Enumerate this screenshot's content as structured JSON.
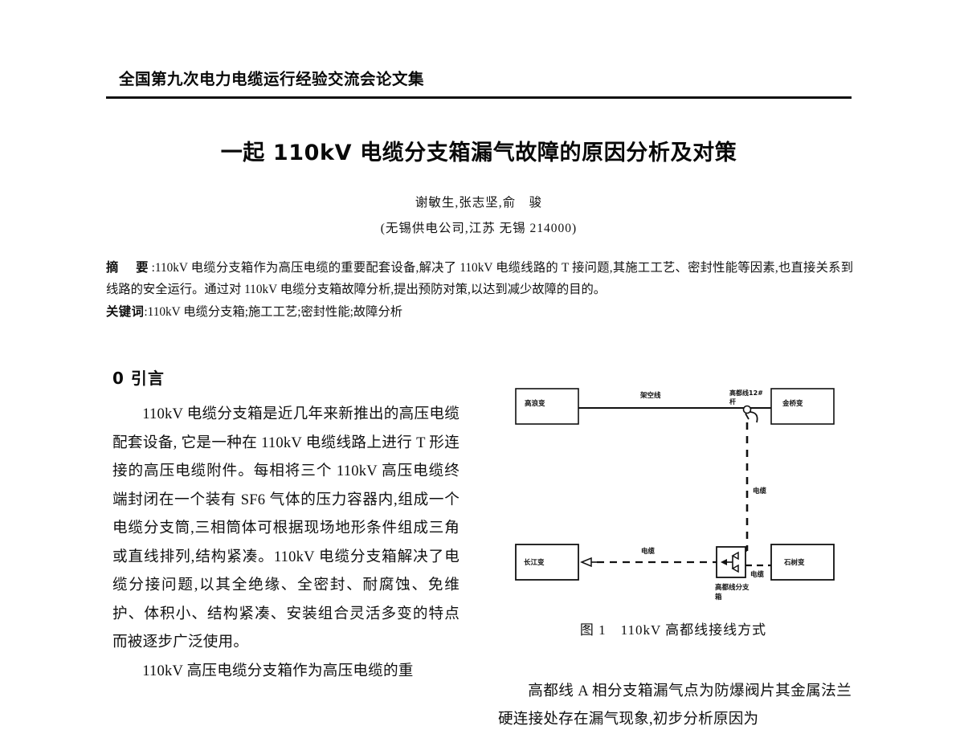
{
  "header": {
    "running_head": "全国第九次电力电缆运行经验交流会论文集"
  },
  "title": {
    "main": "一起 110kV 电缆分支箱漏气故障的原因分析及对策",
    "authors": "谢敏生,张志坚,俞　骏",
    "affiliation": "(无锡供电公司,江苏 无锡 214000)"
  },
  "abstract": {
    "label": "摘　要",
    "separator": ":",
    "text": "110kV 电缆分支箱作为高压电缆的重要配套设备,解决了 110kV 电缆线路的 T 接问题,其施工工艺、密封性能等因素,也直接关系到线路的安全运行。通过对 110kV 电缆分支箱故障分析,提出预防对策,以达到减少故障的目的。",
    "keywords_label": "关键词",
    "keywords_separator": ":",
    "keywords": "110kV 电缆分支箱;施工工艺;密封性能;故障分析"
  },
  "sections": {
    "intro_heading": "0 引言",
    "intro_par1": "110kV 电缆分支箱是近几年来新推出的高压电缆配套设备, 它是一种在 110kV 电缆线路上进行 T 形连接的高压电缆附件。每相将三个 110kV 高压电缆终端封闭在一个装有 SF6 气体的压力容器内,组成一个电缆分支筒,三相筒体可根据现场地形条件组成三角或直线排列,结构紧凑。110kV 电缆分支箱解决了电缆分接问题,以其全绝缘、全密封、耐腐蚀、免维护、体积小、结构紧凑、安装组合灵活多变的特点而被逐步广泛使用。",
    "intro_par2": "110kV 高压电缆分支箱作为高压电缆的重",
    "right_par1": "高都线 A 相分支箱漏气点为防爆阀片其金属法兰硬连接处存在漏气现象,初步分析原因为"
  },
  "figure": {
    "caption_number": "图 1",
    "caption_text": "110kV 高都线接线方式",
    "nodes": {
      "gaolang": "高浪变",
      "jinqiao": "金桥变",
      "changjiang": "长江变",
      "shishu": "石树变",
      "branch_box_line1": "高都线分支",
      "branch_box_line2": "箱"
    },
    "edge_labels": {
      "overhead": "架空线",
      "pole": "高都线12#",
      "pole2": "杆",
      "cable_vertical": "电缆",
      "cable_left": "电缆",
      "cable_right": "电缆"
    }
  }
}
